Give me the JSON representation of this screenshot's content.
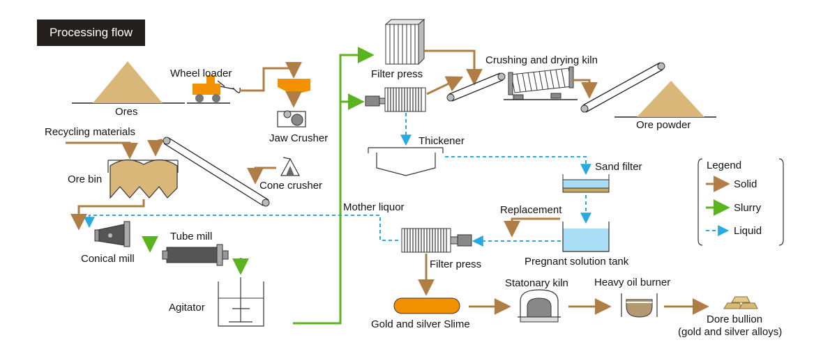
{
  "title": "Processing flow",
  "labels": {
    "ores": "Ores",
    "wheel_loader": "Wheel loader",
    "jaw_crusher": "Jaw Crusher",
    "recycling_materials": "Recycling materials",
    "ore_bin": "Ore bin",
    "cone_crusher": "Cone crusher",
    "conical_mill": "Conical mill",
    "tube_mill": "Tube mill",
    "agitator": "Agitator",
    "filter_press_top": "Filter press",
    "crushing_drying_kiln": "Crushing and drying kiln",
    "ore_powder": "Ore powder",
    "thickener": "Thickener",
    "sand_filter": "Sand filter",
    "mother_liquor": "Mother liquor",
    "replacement": "Replacement",
    "pregnant_solution_tank": "Pregnant solution tank",
    "filter_press_bottom": "Filter press",
    "gold_silver_slime": "Gold and silver Slime",
    "stationary_kiln": "Statonary kiln",
    "heavy_oil_burner": "Heavy oil burner",
    "dore_bullion": "Dore bullion",
    "dore_bullion_sub": "(gold and silver alloys)"
  },
  "legend": {
    "title": "Legend",
    "items": [
      {
        "label": "Solid",
        "color": "#b07d45",
        "style": "solid"
      },
      {
        "label": "Slurry",
        "color": "#5bb31d",
        "style": "solid"
      },
      {
        "label": "Liquid",
        "color": "#2aa8e0",
        "style": "dashed"
      }
    ]
  },
  "colors": {
    "solid": "#b07d45",
    "slurry": "#5bb31d",
    "liquid": "#2aa8e0",
    "ore_fill": "#d9b778",
    "orange": "#f39200",
    "machine_gray": "#707070"
  }
}
